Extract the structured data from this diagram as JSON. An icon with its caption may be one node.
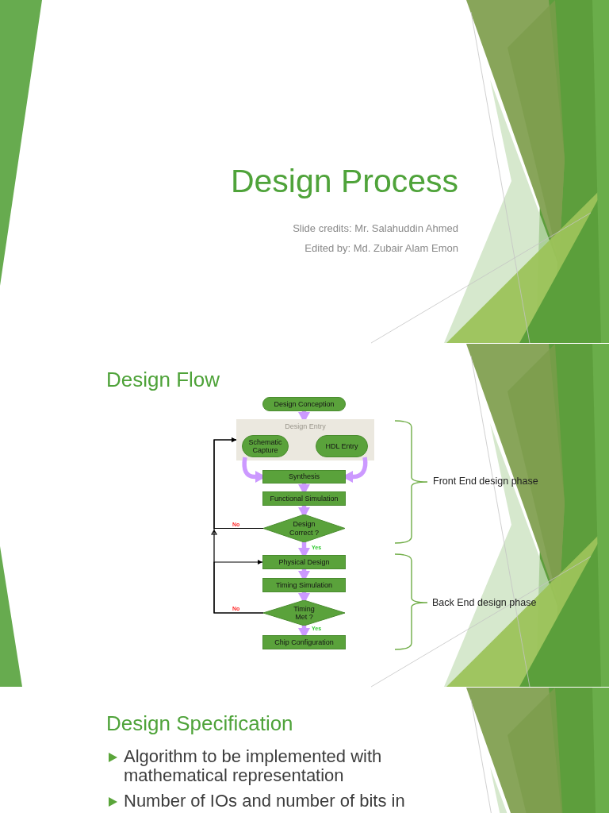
{
  "diagram": {
    "title": "Design Process",
    "nodes": [
      {
        "text": [
          "Design Conception"
        ]
      },
      {
        "text": [
          "Design Entry"
        ]
      },
      {
        "text": [
          "Schematic Capture"
        ],
        "in": 1
      },
      {
        "text": [
          "HDL Entry"
        ],
        "in": 1
      },
      {
        "text": [
          "Synthesis"
        ]
      },
      {
        "text": [
          "Functional Simulation"
        ]
      },
      {
        "text": [
          "Design Correct ?"
        ]
      },
      {
        "text": [
          "Physical Design"
        ]
      },
      {
        "text": [
          "Timing Simulation"
        ]
      },
      {
        "text": [
          "Timing Met ?"
        ]
      },
      {
        "text": [
          "Chip Configuration"
        ]
      }
    ],
    "edges": [
      {
        "from": 0,
        "to": 1,
        "arrow": "to"
      },
      {
        "from": 2,
        "to": 4,
        "arrow": "to"
      },
      {
        "from": 3,
        "to": 4,
        "arrow": "to"
      },
      {
        "from": 4,
        "to": 5,
        "arrow": "to"
      },
      {
        "from": 5,
        "to": 6,
        "arrow": "to"
      },
      {
        "from": 6,
        "to": 7,
        "arrow": "to",
        "label": "Yes"
      },
      {
        "from": 7,
        "to": 8,
        "arrow": "to"
      },
      {
        "from": 8,
        "to": 9,
        "arrow": "to"
      },
      {
        "from": 9,
        "to": 10,
        "arrow": "to",
        "label": "Yes"
      },
      {
        "from": 6,
        "to": 1,
        "arrow": "to",
        "color": "#000000",
        "label": "No"
      },
      {
        "from": 9,
        "to": 7,
        "arrow": "to",
        "color": "#000000",
        "label": "No"
      },
      {
        "from": 9,
        "to": 1,
        "arrow": "to",
        "color": "#000000"
      }
    ],
    "labels": [
      "Slide credits: Mr. Salahuddin Ahmed",
      "Edited by: Md. Zubair Alam Emon",
      "Design Flow",
      "Front End design phase",
      "Back End design phase",
      "Design Specification",
      "Algorithm to be implemented with mathematical representation",
      "Number of IOs and number of bits in"
    ]
  }
}
